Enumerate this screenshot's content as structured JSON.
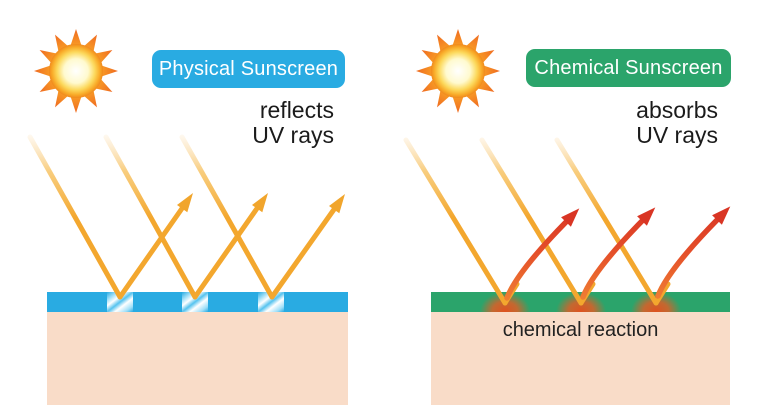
{
  "physical": {
    "label": "Physical Sunscreen",
    "effect_line1": "reflects",
    "effect_line2": "UV rays"
  },
  "chemical": {
    "label": "Chemical Sunscreen",
    "effect_line1": "absorbs",
    "effect_line2": "UV rays",
    "layer_caption": "chemical reaction"
  },
  "icons": {
    "sun": "sun-icon",
    "reflected_ray": "up-right-arrow",
    "absorbed_ray": "up-right-arrow"
  },
  "colors": {
    "physical_accent": "#29ABE2",
    "chemical_accent": "#2BA46B",
    "uv_ray_yellow": "#F3A72E",
    "absorbed_red": "#D93524",
    "skin": "#F9DCC8",
    "text": "#1B1B1B",
    "background": "#FFFFFF"
  }
}
